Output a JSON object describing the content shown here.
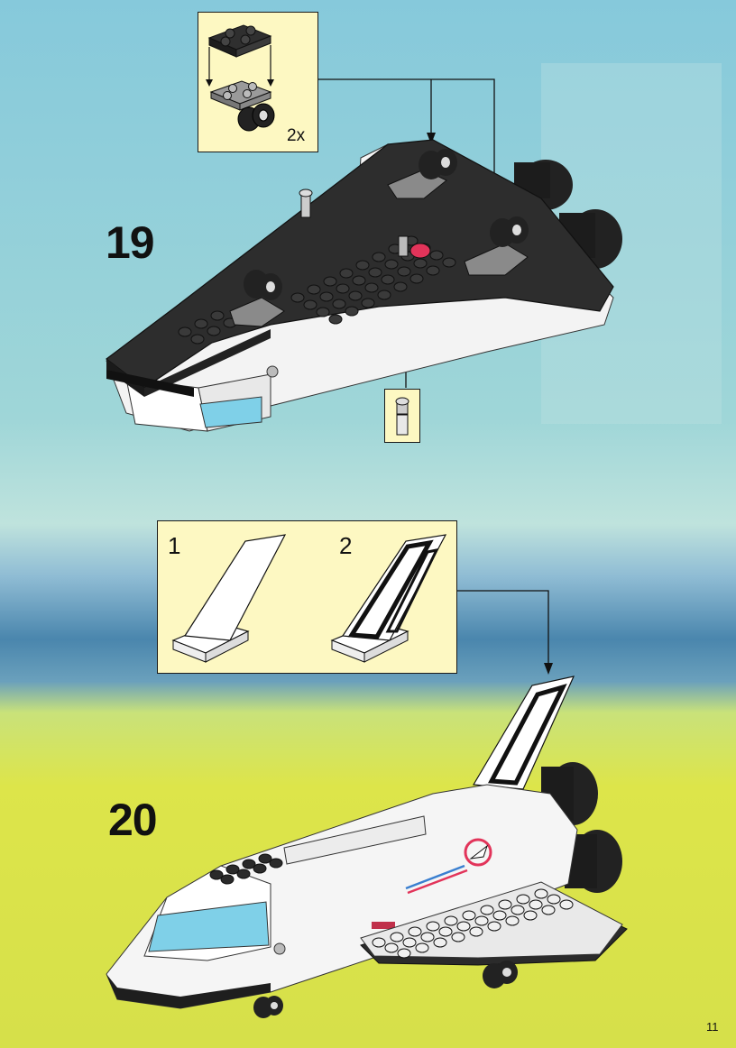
{
  "page": {
    "number": "11"
  },
  "steps": [
    {
      "number": "19",
      "callout_multiplier": "2x"
    },
    {
      "number": "20",
      "callout_labels": [
        "1",
        "2"
      ]
    }
  ],
  "colors": {
    "sky_top": "#7fc6d9",
    "sky_band": "#3f7fa8",
    "grass": "#d9e54a",
    "callout_fill": "#fdf8c2",
    "brick_black": "#2a2a2a",
    "brick_white": "#f4f4f4",
    "stud_red": "#e2345a",
    "canopy_blue": "#7fd0e8"
  }
}
